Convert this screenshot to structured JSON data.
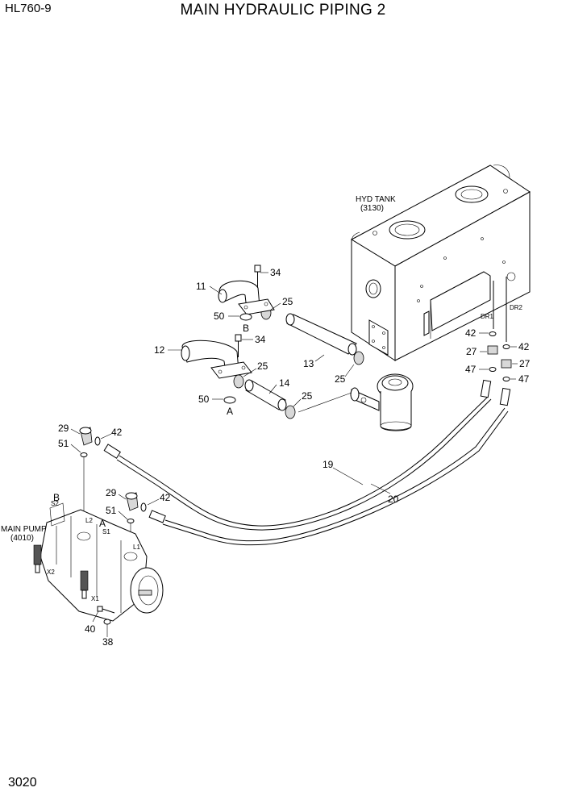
{
  "header": {
    "model": "HL760-9",
    "title": "MAIN HYDRAULIC PIPING 2"
  },
  "page_number": "3020",
  "components": {
    "tank_name": "HYD TANK",
    "tank_ref": "(3130)",
    "pump_name": "MAIN PUMP",
    "pump_ref": "(4010)"
  },
  "port_labels": {
    "dr1": "DR1",
    "dr2": "DR2",
    "s1": "S1",
    "s2": "S2",
    "l1": "L1",
    "l2": "L2",
    "x1": "X1",
    "x2": "X2",
    "a_upper": "A",
    "b_upper": "B",
    "a_pump": "A",
    "b_pump": "B"
  },
  "callouts": {
    "p11": "11",
    "p12": "12",
    "p13": "13",
    "p14": "14",
    "p19": "19",
    "p20": "20",
    "p25a": "25",
    "p25b": "25",
    "p25c": "25",
    "p25d": "25",
    "p27a": "27",
    "p27b": "27",
    "p29a": "29",
    "p29b": "29",
    "p34a": "34",
    "p34b": "34",
    "p38": "38",
    "p40": "40",
    "p42a": "42",
    "p42b": "42",
    "p42c": "42",
    "p42d": "42",
    "p47a": "47",
    "p47b": "47",
    "p50a": "50",
    "p50b": "50",
    "p51a": "51",
    "p51b": "51"
  }
}
